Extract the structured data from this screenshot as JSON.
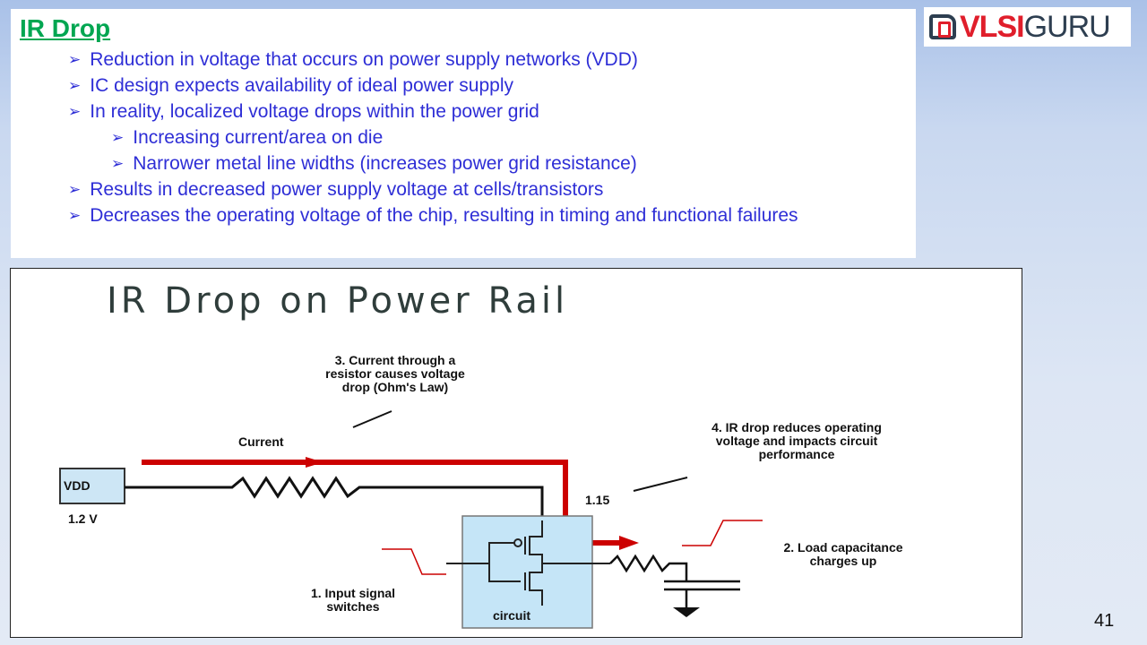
{
  "title": "IR Drop",
  "bullets": [
    {
      "level": 1,
      "text": "Reduction in voltage that occurs on power supply networks (VDD)"
    },
    {
      "level": 1,
      "text": "IC design expects availability of ideal power supply"
    },
    {
      "level": 1,
      "text": "In reality, localized voltage drops within the power grid"
    },
    {
      "level": 2,
      "text": "Increasing current/area on die"
    },
    {
      "level": 2,
      "text": "Narrower metal line widths (increases power grid resistance)"
    },
    {
      "level": 1,
      "text": "Results in decreased power supply voltage at cells/transistors"
    },
    {
      "level": 1,
      "text": "Decreases the operating voltage of the chip, resulting in timing and functional failures"
    }
  ],
  "bullet_marker": "➢",
  "logo": {
    "red": "VLSI",
    "dark": "GURU"
  },
  "diagram": {
    "title": "IR Drop on Power Rail",
    "note3": [
      "3. Current through a",
      "resistor causes voltage",
      "drop (Ohm's Law)"
    ],
    "current_label": "Current",
    "vdd_label": "VDD",
    "vdd_value": "1.2 V",
    "node_value": "1.15",
    "note4": [
      "4. IR drop reduces operating",
      "voltage and impacts circuit",
      "performance"
    ],
    "note2": [
      "2. Load capacitance",
      "charges up"
    ],
    "note1": [
      "1. Input signal",
      "switches"
    ],
    "circuit_label": "circuit"
  },
  "colors": {
    "title": "#00a651",
    "bullet": "#2e2ed6",
    "current": "#cc0000"
  },
  "page_number": "41"
}
